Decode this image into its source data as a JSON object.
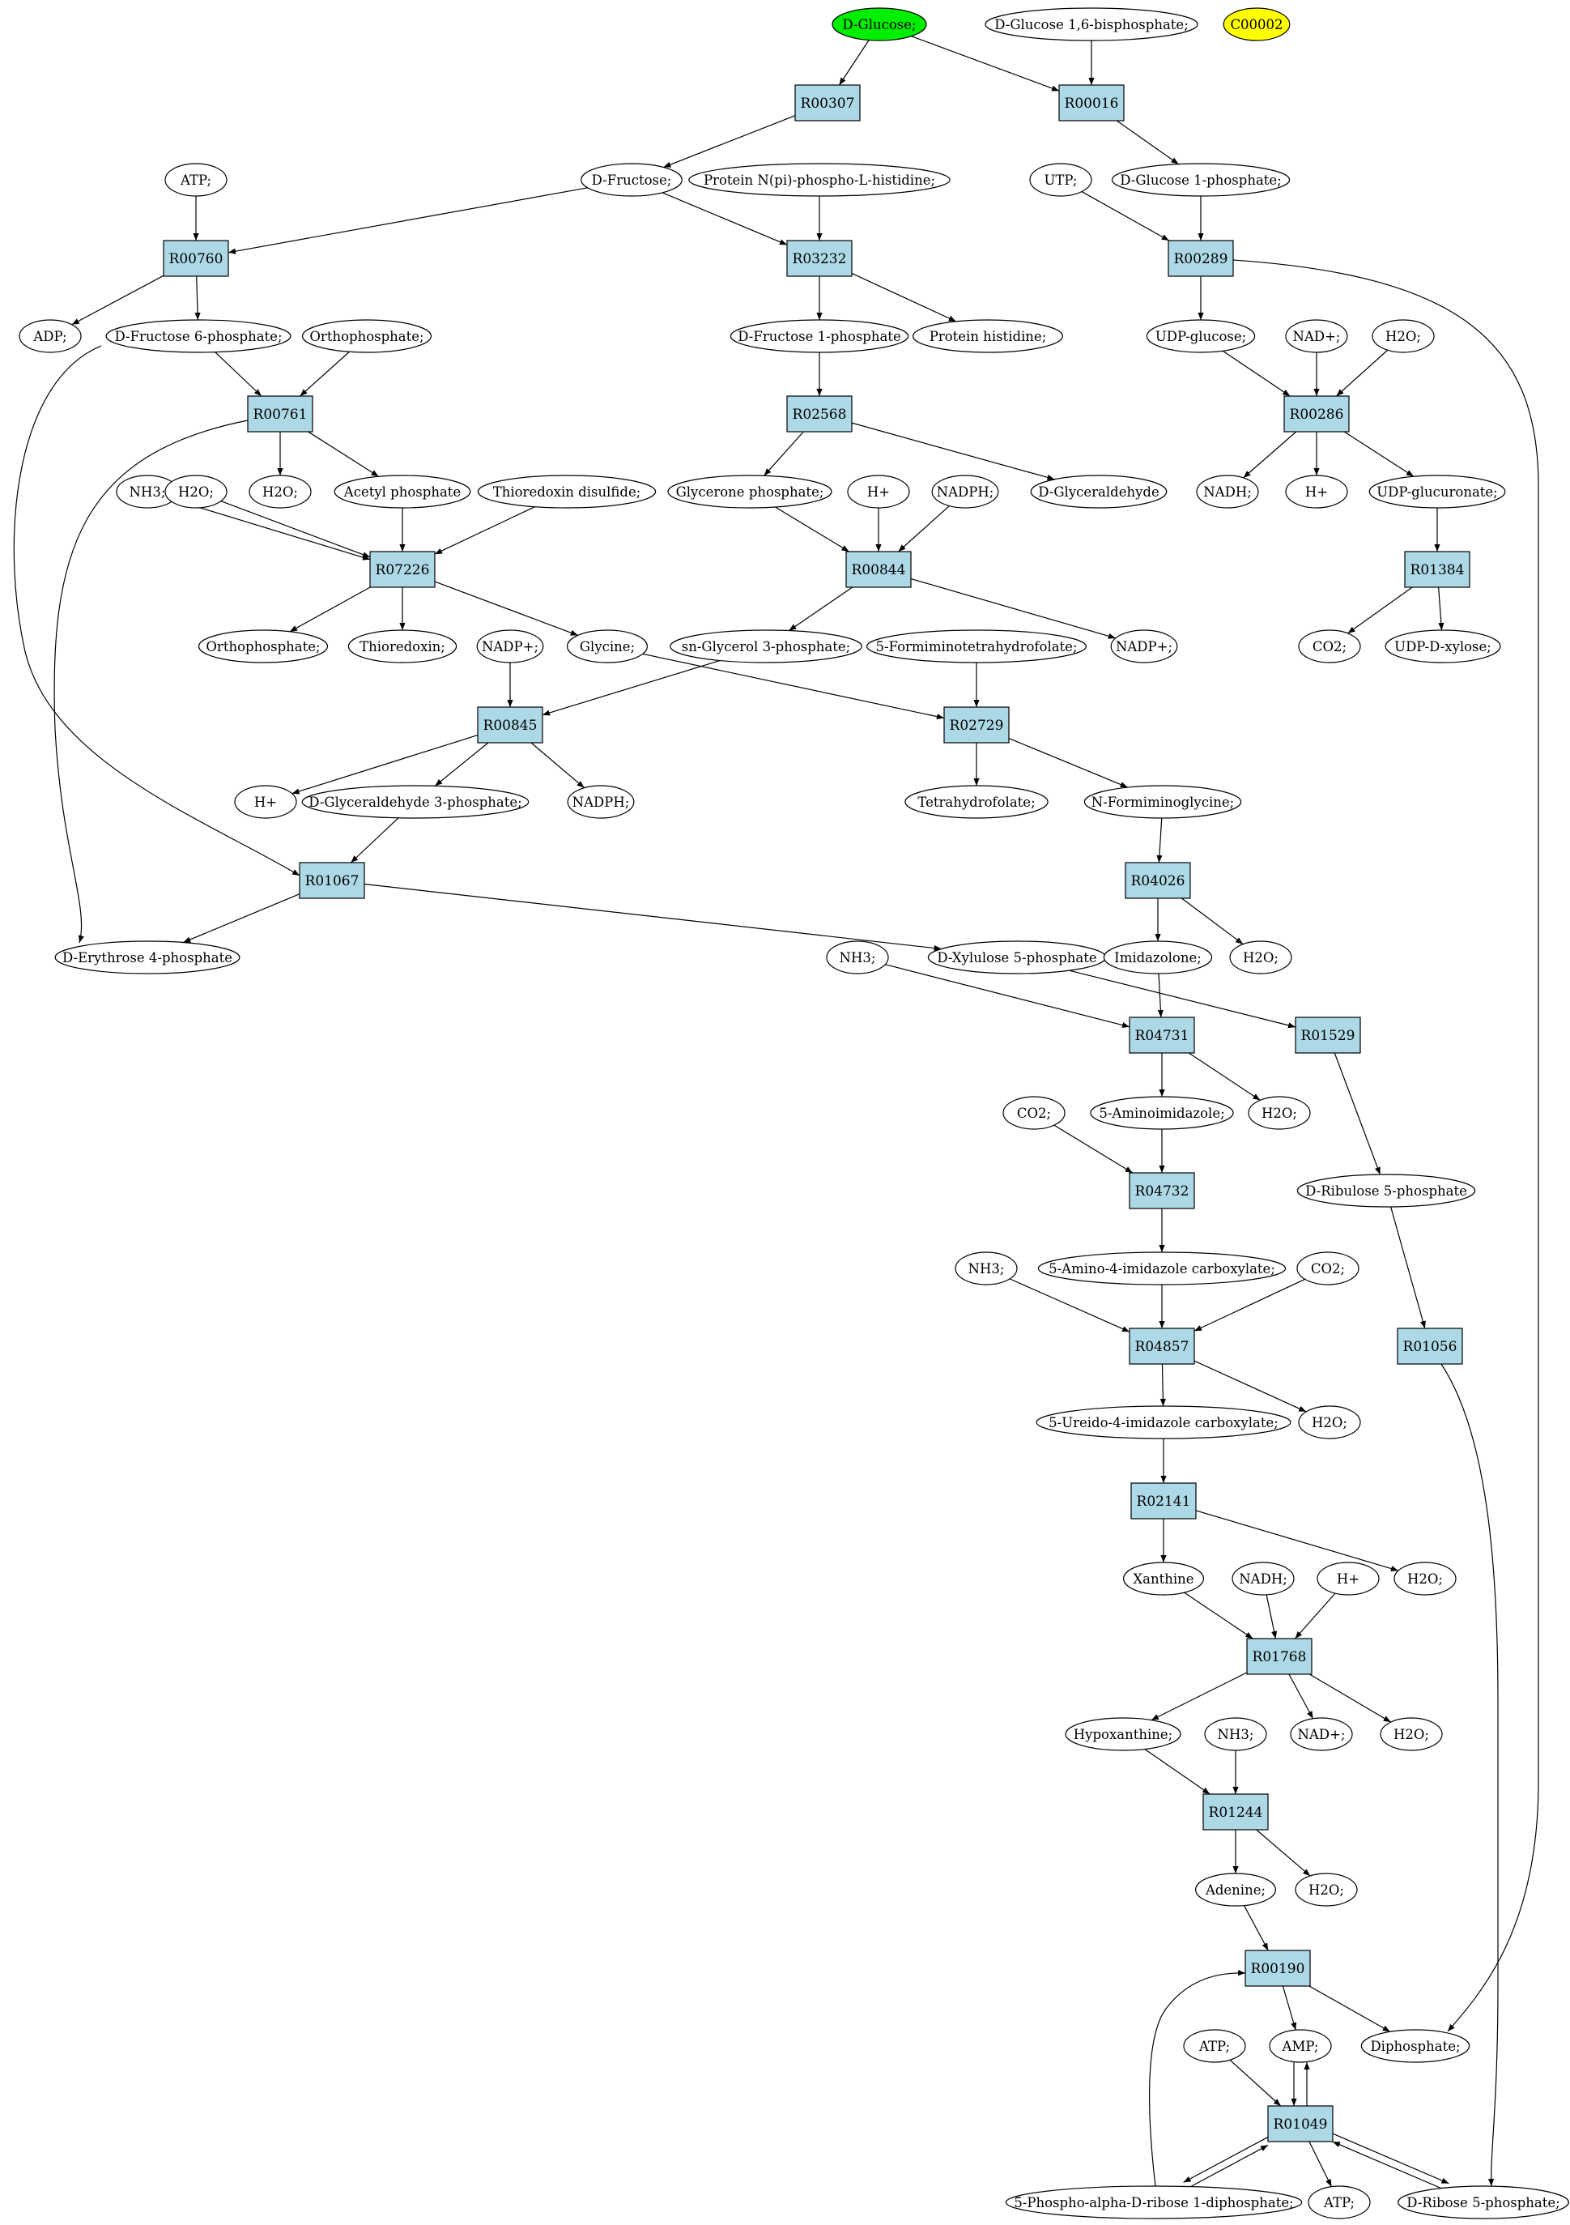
{
  "colors": {
    "reaction_fill": "#add8e6",
    "start_fill": "#00ee00",
    "highlight_fill": "#ffff00",
    "compound_fill": "#ffffff",
    "stroke": "#000000"
  },
  "reactions": [
    {
      "id": "R00307",
      "label": "R00307"
    },
    {
      "id": "R00016",
      "label": "R00016"
    },
    {
      "id": "R00760",
      "label": "R00760"
    },
    {
      "id": "R03232",
      "label": "R03232"
    },
    {
      "id": "R00289",
      "label": "R00289"
    },
    {
      "id": "R00761",
      "label": "R00761"
    },
    {
      "id": "R02568",
      "label": "R02568"
    },
    {
      "id": "R00286",
      "label": "R00286"
    },
    {
      "id": "R07226",
      "label": "R07226"
    },
    {
      "id": "R00844",
      "label": "R00844"
    },
    {
      "id": "R01384",
      "label": "R01384"
    },
    {
      "id": "R00845",
      "label": "R00845"
    },
    {
      "id": "R02729",
      "label": "R02729"
    },
    {
      "id": "R01067",
      "label": "R01067"
    },
    {
      "id": "R04026",
      "label": "R04026"
    },
    {
      "id": "R04731",
      "label": "R04731"
    },
    {
      "id": "R01529",
      "label": "R01529"
    },
    {
      "id": "R04732",
      "label": "R04732"
    },
    {
      "id": "R04857",
      "label": "R04857"
    },
    {
      "id": "R01056",
      "label": "R01056"
    },
    {
      "id": "R02141",
      "label": "R02141"
    },
    {
      "id": "R01768",
      "label": "R01768"
    },
    {
      "id": "R01244",
      "label": "R01244"
    },
    {
      "id": "R00190",
      "label": "R00190"
    },
    {
      "id": "R01049",
      "label": "R01049"
    }
  ],
  "compounds": [
    {
      "id": "dglucose",
      "label": "D-Glucose;",
      "style": "start"
    },
    {
      "id": "dg16bp",
      "label": "D-Glucose 1,6-bisphosphate;"
    },
    {
      "id": "c00002",
      "label": "C00002",
      "style": "highlight"
    },
    {
      "id": "atp1",
      "label": "ATP;"
    },
    {
      "id": "dfructose",
      "label": "D-Fructose;"
    },
    {
      "id": "protnpi",
      "label": "Protein N(pi)-phospho-L-histidine;"
    },
    {
      "id": "utp",
      "label": "UTP;"
    },
    {
      "id": "dg1p",
      "label": "D-Glucose 1-phosphate;"
    },
    {
      "id": "adp",
      "label": "ADP;"
    },
    {
      "id": "df6p",
      "label": "D-Fructose 6-phosphate;"
    },
    {
      "id": "orthop1",
      "label": "Orthophosphate;"
    },
    {
      "id": "df1p",
      "label": "D-Fructose 1-phosphate"
    },
    {
      "id": "prothis",
      "label": "Protein histidine;"
    },
    {
      "id": "udpglc",
      "label": "UDP-glucose;"
    },
    {
      "id": "nadp1",
      "label": "NAD+;"
    },
    {
      "id": "h2o1",
      "label": "H2O;"
    },
    {
      "id": "nh3a",
      "label": "NH3;"
    },
    {
      "id": "h2o2",
      "label": "H2O;"
    },
    {
      "id": "h2o3",
      "label": "H2O;"
    },
    {
      "id": "acetylp",
      "label": "Acetyl phosphate"
    },
    {
      "id": "thiodis",
      "label": "Thioredoxin disulfide;"
    },
    {
      "id": "glyceronep",
      "label": "Glycerone phosphate;"
    },
    {
      "id": "hplus1",
      "label": "H+"
    },
    {
      "id": "nadph1",
      "label": "NADPH;"
    },
    {
      "id": "dglyald",
      "label": "D-Glyceraldehyde"
    },
    {
      "id": "nadh1",
      "label": "NADH;"
    },
    {
      "id": "hplus2",
      "label": "H+"
    },
    {
      "id": "udpglcu",
      "label": "UDP-glucuronate;"
    },
    {
      "id": "orthop2",
      "label": "Orthophosphate;"
    },
    {
      "id": "thioredoxin",
      "label": "Thioredoxin;"
    },
    {
      "id": "nadpplus1",
      "label": "NADP+;"
    },
    {
      "id": "glycine",
      "label": "Glycine;"
    },
    {
      "id": "snglyc3p",
      "label": "sn-Glycerol 3-phosphate;"
    },
    {
      "id": "formthf",
      "label": "5-Formiminotetrahydrofolate;"
    },
    {
      "id": "nadpplus2",
      "label": "NADP+;"
    },
    {
      "id": "co2a",
      "label": "CO2;"
    },
    {
      "id": "udpxyl",
      "label": "UDP-D-xylose;"
    },
    {
      "id": "hplus3",
      "label": "H+"
    },
    {
      "id": "dga3p",
      "label": "D-Glyceraldehyde 3-phosphate;"
    },
    {
      "id": "nadph2",
      "label": "NADPH;"
    },
    {
      "id": "thf",
      "label": "Tetrahydrofolate;"
    },
    {
      "id": "nformgly",
      "label": "N-Formiminoglycine;"
    },
    {
      "id": "de4p",
      "label": "D-Erythrose 4-phosphate"
    },
    {
      "id": "nh3b",
      "label": "NH3;"
    },
    {
      "id": "dx5p",
      "label": "D-Xylulose 5-phosphate"
    },
    {
      "id": "imidazolone",
      "label": "Imidazolone;"
    },
    {
      "id": "h2o4",
      "label": "H2O;"
    },
    {
      "id": "aminoimid",
      "label": "5-Aminoimidazole;"
    },
    {
      "id": "h2o5",
      "label": "H2O;"
    },
    {
      "id": "co2b",
      "label": "CO2;"
    },
    {
      "id": "dru5p",
      "label": "D-Ribulose 5-phosphate"
    },
    {
      "id": "nh3c",
      "label": "NH3;"
    },
    {
      "id": "aicarbox",
      "label": "5-Amino-4-imidazole carboxylate;"
    },
    {
      "id": "co2c",
      "label": "CO2;"
    },
    {
      "id": "ureidoimid",
      "label": "5-Ureido-4-imidazole carboxylate;"
    },
    {
      "id": "h2o6",
      "label": "H2O;"
    },
    {
      "id": "xanthine",
      "label": "Xanthine"
    },
    {
      "id": "nadh2",
      "label": "NADH;"
    },
    {
      "id": "hplus4",
      "label": "H+"
    },
    {
      "id": "h2o7",
      "label": "H2O;"
    },
    {
      "id": "hypox",
      "label": "Hypoxanthine;"
    },
    {
      "id": "nh3d",
      "label": "NH3;"
    },
    {
      "id": "nadp2",
      "label": "NAD+;"
    },
    {
      "id": "h2o8",
      "label": "H2O;"
    },
    {
      "id": "adenine",
      "label": "Adenine;"
    },
    {
      "id": "h2o9",
      "label": "H2O;"
    },
    {
      "id": "atp2",
      "label": "ATP;"
    },
    {
      "id": "amp",
      "label": "AMP;"
    },
    {
      "id": "diphosphate",
      "label": "Diphosphate;"
    },
    {
      "id": "prpp",
      "label": "5-Phospho-alpha-D-ribose 1-diphosphate;"
    },
    {
      "id": "atp3",
      "label": "ATP;"
    },
    {
      "id": "dr5p",
      "label": "D-Ribose 5-phosphate;"
    }
  ],
  "edges": [
    [
      "dglucose",
      "R00307"
    ],
    [
      "dglucose",
      "R00016"
    ],
    [
      "dg16bp",
      "R00016"
    ],
    [
      "R00307",
      "dfructose"
    ],
    [
      "R00016",
      "dg1p"
    ],
    [
      "atp1",
      "R00760"
    ],
    [
      "dfructose",
      "R00760"
    ],
    [
      "dfructose",
      "R03232"
    ],
    [
      "protnpi",
      "R03232"
    ],
    [
      "utp",
      "R00289"
    ],
    [
      "dg1p",
      "R00289"
    ],
    [
      "R00760",
      "adp"
    ],
    [
      "R00760",
      "df6p"
    ],
    [
      "R03232",
      "df1p"
    ],
    [
      "R03232",
      "prothis"
    ],
    [
      "R00289",
      "udpglc"
    ],
    [
      "df6p",
      "R00761"
    ],
    [
      "orthop1",
      "R00761"
    ],
    [
      "df1p",
      "R02568"
    ],
    [
      "udpglc",
      "R00286"
    ],
    [
      "nadp1",
      "R00286"
    ],
    [
      "h2o1",
      "R00286"
    ],
    [
      "R00761",
      "h2o3"
    ],
    [
      "R00761",
      "acetylp"
    ],
    [
      "R02568",
      "glyceronep"
    ],
    [
      "R02568",
      "dglyald"
    ],
    [
      "R00286",
      "nadh1"
    ],
    [
      "R00286",
      "hplus2"
    ],
    [
      "R00286",
      "udpglcu"
    ],
    [
      "nh3a",
      "R07226"
    ],
    [
      "h2o2",
      "R07226"
    ],
    [
      "acetylp",
      "R07226"
    ],
    [
      "thiodis",
      "R07226"
    ],
    [
      "glyceronep",
      "R00844"
    ],
    [
      "hplus1",
      "R00844"
    ],
    [
      "nadph1",
      "R00844"
    ],
    [
      "udpglcu",
      "R01384"
    ],
    [
      "R07226",
      "orthop2"
    ],
    [
      "R07226",
      "thioredoxin"
    ],
    [
      "R07226",
      "glycine"
    ],
    [
      "R00844",
      "snglyc3p"
    ],
    [
      "R00844",
      "nadpplus2"
    ],
    [
      "R01384",
      "co2a"
    ],
    [
      "R01384",
      "udpxyl"
    ],
    [
      "nadpplus1",
      "R00845"
    ],
    [
      "snglyc3p",
      "R00845"
    ],
    [
      "glycine",
      "R02729"
    ],
    [
      "formthf",
      "R02729"
    ],
    [
      "R00845",
      "hplus3"
    ],
    [
      "R00845",
      "dga3p"
    ],
    [
      "R00845",
      "nadph2"
    ],
    [
      "R02729",
      "thf"
    ],
    [
      "R02729",
      "nformgly"
    ],
    [
      "df6p",
      "R01067"
    ],
    [
      "dga3p",
      "R01067"
    ],
    [
      "nformgly",
      "R04026"
    ],
    [
      "R00761",
      "de4p"
    ],
    [
      "R01067",
      "de4p"
    ],
    [
      "R01067",
      "dx5p"
    ],
    [
      "R04026",
      "imidazolone"
    ],
    [
      "R04026",
      "h2o4"
    ],
    [
      "nh3b",
      "R04731"
    ],
    [
      "imidazolone",
      "R04731"
    ],
    [
      "dx5p",
      "R01529"
    ],
    [
      "R04731",
      "aminoimid"
    ],
    [
      "R04731",
      "h2o5"
    ],
    [
      "co2b",
      "R04732"
    ],
    [
      "aminoimid",
      "R04732"
    ],
    [
      "R01529",
      "dru5p"
    ],
    [
      "R04732",
      "aicarbox"
    ],
    [
      "nh3c",
      "R04857"
    ],
    [
      "aicarbox",
      "R04857"
    ],
    [
      "co2c",
      "R04857"
    ],
    [
      "dru5p",
      "R01056"
    ],
    [
      "R04857",
      "ureidoimid"
    ],
    [
      "R04857",
      "h2o6"
    ],
    [
      "ureidoimid",
      "R02141"
    ],
    [
      "R02141",
      "xanthine"
    ],
    [
      "R02141",
      "h2o7"
    ],
    [
      "xanthine",
      "R01768"
    ],
    [
      "nadh2",
      "R01768"
    ],
    [
      "hplus4",
      "R01768"
    ],
    [
      "R01768",
      "hypox"
    ],
    [
      "R01768",
      "nadp2"
    ],
    [
      "R01768",
      "h2o8"
    ],
    [
      "hypox",
      "R01244"
    ],
    [
      "nh3d",
      "R01244"
    ],
    [
      "R01244",
      "adenine"
    ],
    [
      "R01244",
      "h2o9"
    ],
    [
      "adenine",
      "R00190"
    ],
    [
      "prpp",
      "R00190"
    ],
    [
      "R00190",
      "amp"
    ],
    [
      "R00190",
      "diphosphate"
    ],
    [
      "R00289",
      "diphosphate"
    ],
    [
      "atp2",
      "R01049"
    ],
    [
      "amp",
      "R01049"
    ],
    [
      "R01049",
      "amp"
    ],
    [
      "R01049",
      "prpp"
    ],
    [
      "prpp",
      "R01049"
    ],
    [
      "R01049",
      "atp3"
    ],
    [
      "R01049",
      "dr5p"
    ],
    [
      "dr5p",
      "R01049"
    ],
    [
      "R01056",
      "dr5p"
    ]
  ]
}
